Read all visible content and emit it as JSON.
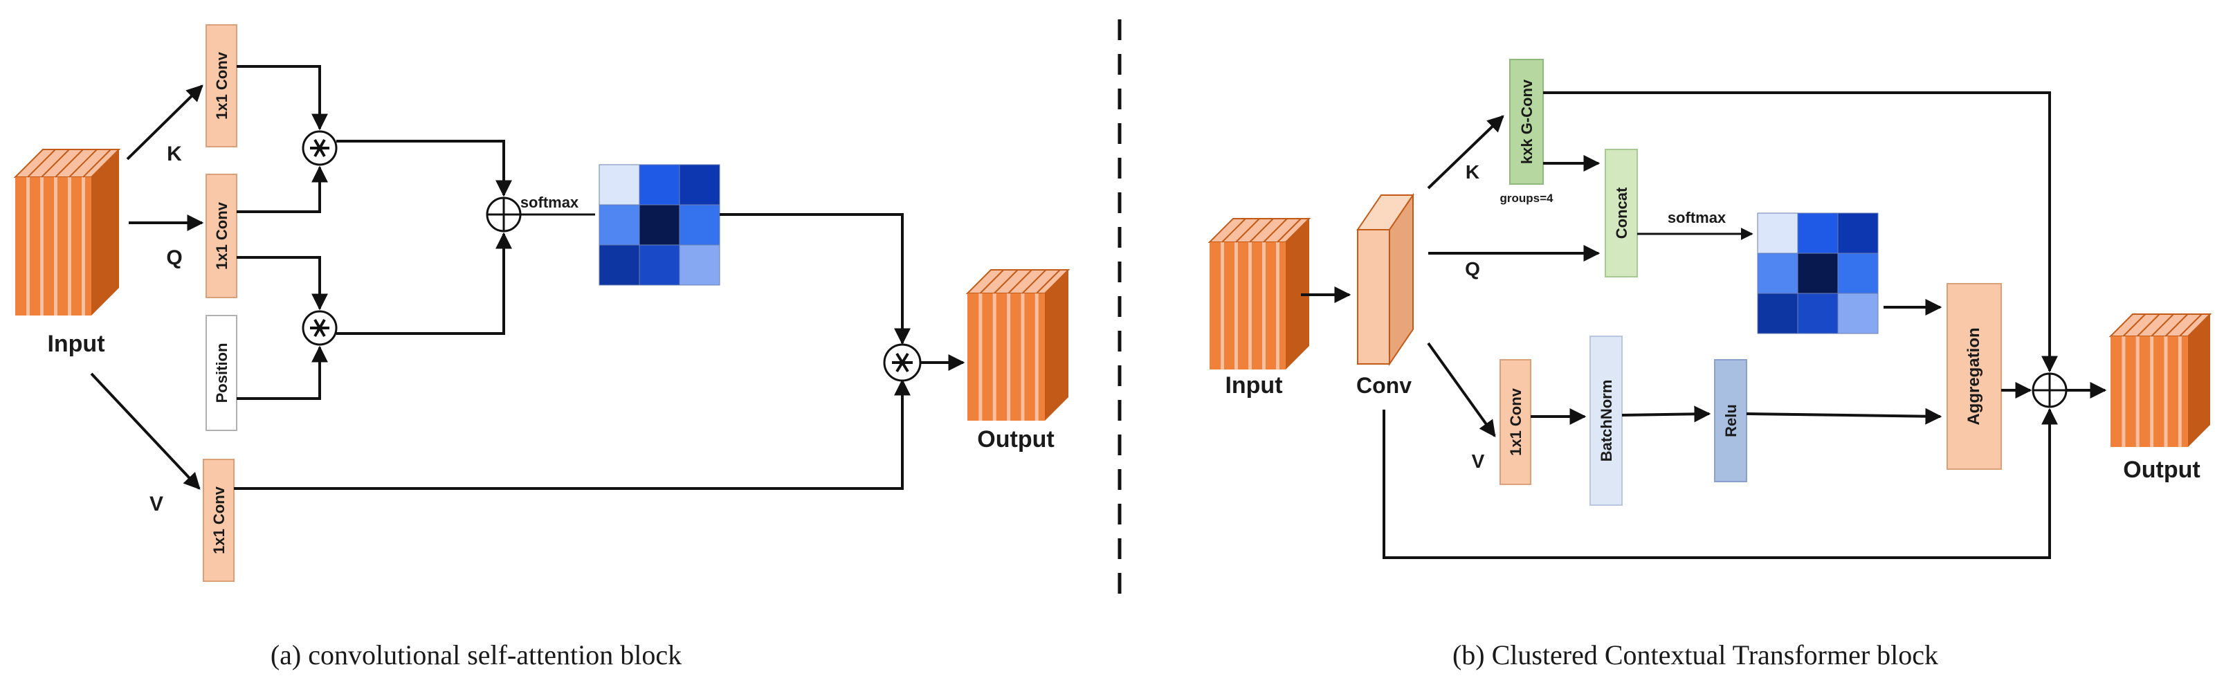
{
  "panel_a": {
    "labels": {
      "input": "Input",
      "output": "Output",
      "k": "K",
      "q": "Q",
      "v": "V",
      "softmax": "softmax",
      "conv_k": "1x1 Conv",
      "conv_q": "1x1 Conv",
      "conv_v": "1x1 Conv",
      "position": "Position"
    },
    "caption": "(a) convolutional self-attention block",
    "attention_matrix": [
      [
        "#dbe6fb",
        "#1f5ae6",
        "#0c37b0"
      ],
      [
        "#4f86f2",
        "#08194f",
        "#3572ee"
      ],
      [
        "#0d36a3",
        "#1a49c8",
        "#86a8f3"
      ]
    ]
  },
  "panel_b": {
    "labels": {
      "input": "Input",
      "conv": "Conv",
      "output": "Output",
      "k": "K",
      "q": "Q",
      "v": "V",
      "softmax": "softmax",
      "gconv": "kxk G-Conv",
      "groups": "groups=4",
      "concat": "Concat",
      "conv1x1": "1x1 Conv",
      "batchnorm": "BatchNorm",
      "relu": "Relu",
      "aggregation": "Aggregation"
    },
    "caption": "(b) Clustered Contextual Transformer block",
    "attention_matrix": [
      [
        "#dbe6fb",
        "#1f5ae6",
        "#0c37b0"
      ],
      [
        "#4f86f2",
        "#08194f",
        "#3572ee"
      ],
      [
        "#0d36a3",
        "#1a49c8",
        "#86a8f3"
      ]
    ]
  },
  "colors": {
    "conv_fill": "#f8c8a8",
    "conv_stroke": "#d9a07a",
    "concat_fill": "#d4e8bf",
    "gconv_fill": "#b6d7a0",
    "bn_fill": "#dde7f5",
    "relu_fill": "#a9bfe1",
    "tensor_front": "#f0813a",
    "tensor_side": "#c45a17",
    "tensor_stripe": "#f8c0a0"
  }
}
